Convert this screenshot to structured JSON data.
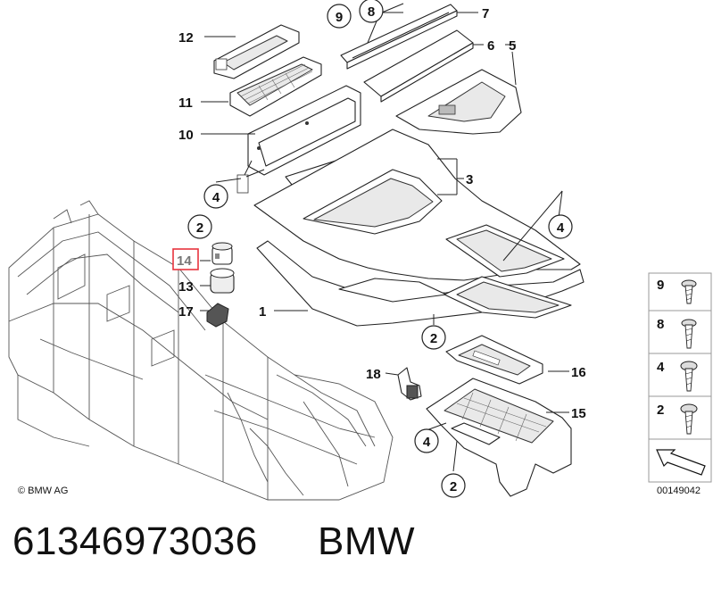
{
  "callouts": {
    "c1": "1",
    "c2a": "2",
    "c2b": "2",
    "c2c": "2",
    "c3": "3",
    "c4a": "4",
    "c4b": "4",
    "c4c": "4",
    "c5": "5",
    "c6": "6",
    "c7": "7",
    "c8": "8",
    "c9": "9",
    "c10": "10",
    "c11": "11",
    "c12": "12",
    "c13": "13",
    "c14": "14",
    "c15": "15",
    "c16": "16",
    "c17": "17",
    "c18": "18"
  },
  "highlight": {
    "color": "#e8343e",
    "part": "14"
  },
  "sidebar": {
    "items": [
      {
        "num": "9",
        "icon": "screw-icon"
      },
      {
        "num": "8",
        "icon": "screw-icon"
      },
      {
        "num": "4",
        "icon": "screw-icon"
      },
      {
        "num": "2",
        "icon": "screw-icon"
      }
    ],
    "diagram_code": "00149042"
  },
  "copyright": "© BMW AG",
  "footer": {
    "part_number": "61346973036",
    "brand": "BMW"
  }
}
